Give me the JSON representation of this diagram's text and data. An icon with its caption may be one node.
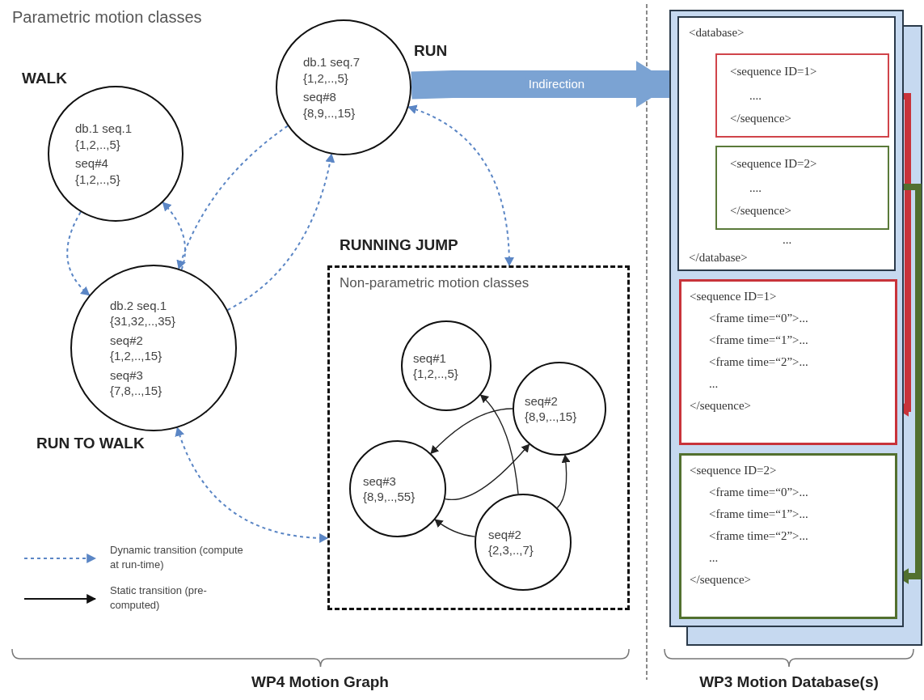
{
  "diagram": {
    "nodes": [
      {
        "text": [
          "WALK",
          "db.1 seq.1 {1,2,..,5}",
          "seq#4 {1,2,..,5}"
        ]
      },
      {
        "text": [
          "db.1 seq.7 {1,2,..,5}",
          "seq#8 {8,9,..,15}",
          "RUN"
        ]
      },
      {
        "text": [
          "db.2 seq.1 {31,32,..,35}",
          "seq#2 {1,2,..,15}",
          "seq#3 {7,8,..,15}",
          "RUN TO WALK"
        ]
      },
      {
        "text": [
          "RUNNING JUMP",
          "Non-parametric motion classes"
        ]
      },
      {
        "text": [
          "seq#1 {1,2,..,5}"
        ],
        "in": 3
      },
      {
        "text": [
          "seq#2 {8,9,..,15}"
        ],
        "in": 3
      },
      {
        "text": [
          "seq#3 {8,9,..,55}"
        ],
        "in": 3
      },
      {
        "text": [
          "seq#2 {2,3,..,7}"
        ],
        "in": 3
      },
      {
        "text": [],
        "shape": "box"
      },
      {
        "text": [
          "<database>",
          "...",
          "</database>"
        ],
        "in": 8
      },
      {
        "text": [
          "<sequence ID=1>",
          "....",
          "</sequence>"
        ],
        "in": 9
      },
      {
        "text": [
          "<sequence ID=2>",
          "....",
          "</sequence>"
        ],
        "in": 9
      },
      {
        "text": [
          "<sequence ID=1>",
          "<frame time=“0”>...",
          "<frame time=“1”>...",
          "<frame time=“2”>...",
          "...",
          "</sequence>"
        ],
        "in": 8
      },
      {
        "text": [
          "<sequence ID=2>",
          "<frame time=“0”>...",
          "<frame time=“1”>...",
          "<frame time=“2”>...",
          "...",
          "</sequence>"
        ],
        "in": 8
      }
    ],
    "edges": [
      {
        "from": 0,
        "to": 2,
        "arrow": "to",
        "style": "dashed",
        "color": "#5b86c5"
      },
      {
        "from": 2,
        "to": 0,
        "arrow": "to",
        "style": "dashed",
        "color": "#5b86c5"
      },
      {
        "from": 1,
        "to": 2,
        "arrow": "to",
        "style": "dashed",
        "color": "#5b86c5"
      },
      {
        "from": 2,
        "to": 1,
        "arrow": "to",
        "style": "dashed",
        "color": "#5b86c5"
      },
      {
        "from": 1,
        "to": 3,
        "arrow": "both",
        "style": "dashed",
        "color": "#5b86c5"
      },
      {
        "from": 2,
        "to": 3,
        "arrow": "both",
        "style": "dashed",
        "color": "#5b86c5"
      },
      {
        "from": 7,
        "to": 4,
        "arrow": "to",
        "color": "#222222"
      },
      {
        "from": 5,
        "to": 6,
        "arrow": "to",
        "color": "#222222"
      },
      {
        "from": 6,
        "to": 5,
        "arrow": "to",
        "color": "#222222"
      },
      {
        "from": 7,
        "to": 6,
        "arrow": "to",
        "color": "#222222"
      },
      {
        "from": 7,
        "to": 5,
        "arrow": "to",
        "color": "#222222"
      },
      {
        "from": 1,
        "to": 8,
        "arrow": "to",
        "label": "Indirection",
        "style": "thick",
        "color": "#7ba3d3"
      },
      {
        "from": 10,
        "to": 12,
        "arrow": "to",
        "style": "thick",
        "color": "#c8333a"
      },
      {
        "from": 11,
        "to": 13,
        "arrow": "to",
        "style": "thick",
        "color": "#52702f"
      }
    ],
    "labels": [
      "Parametric motion classes",
      "WP4 Motion Graph",
      "WP3 Motion Database(s)"
    ],
    "legend": [
      {
        "text": "Dynamic transition (compute at run-time)"
      },
      {
        "text": "Static transition (pre-computed)"
      }
    ]
  }
}
